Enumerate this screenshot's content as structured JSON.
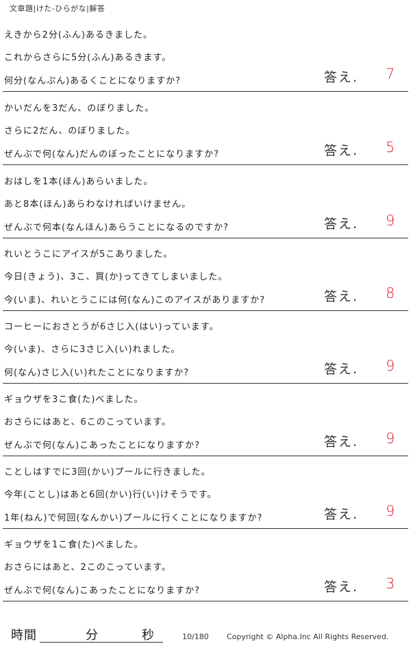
{
  "header": {
    "title": "文章題|けた-ひらがな|解答"
  },
  "answer_label": "答え.",
  "problems": [
    {
      "lines": [
        "えきから2分(ふん)あるきました。",
        "これからさらに5分(ふん)あるきます。",
        "何分(なんぷん)あるくことになりますか?"
      ],
      "answer": "7"
    },
    {
      "lines": [
        "かいだんを3だん、のぼりました。",
        "さらに2だん、のぼりました。",
        "ぜんぶで何(なん)だんのぼったことになりますか?"
      ],
      "answer": "5"
    },
    {
      "lines": [
        "おはしを1本(ほん)あらいました。",
        "あと8本(ほん)あらわなければいけません。",
        "ぜんぶで何本(なんほん)あらうことになるのですか?"
      ],
      "answer": "9"
    },
    {
      "lines": [
        "れいとうこにアイスが5こありました。",
        "今日(きょう)、3こ、買(か)ってきてしまいました。",
        "今(いま)、れいとうこには何(なん)このアイスがありますか?"
      ],
      "answer": "8"
    },
    {
      "lines": [
        "コーヒーにおさとうが6さじ入(はい)っています。",
        "今(いま)、さらに3さじ入(い)れました。",
        "何(なん)さじ入(い)れたことになりますか?"
      ],
      "answer": "9"
    },
    {
      "lines": [
        "ギョウザを3こ食(た)べました。",
        "おさらにはあと、6このこっています。",
        "ぜんぶで何(なん)こあったことになりますか?"
      ],
      "answer": "9"
    },
    {
      "lines": [
        "ことしはすでに3回(かい)プールに行きました。",
        "今年(ことし)はあと6回(かい)行(い)けそうです。",
        "1年(ねん)で何回(なんかい)プールに行くことになりますか?"
      ],
      "answer": "9"
    },
    {
      "lines": [
        "ギョウザを1こ食(た)べました。",
        "おさらにはあと、2このこっています。",
        "ぜんぶで何(なん)こあったことになりますか?"
      ],
      "answer": "3"
    }
  ],
  "footer": {
    "time_label": "時間",
    "minutes_label": "分",
    "seconds_label": "秒",
    "page_number": "10/180",
    "copyright": "Copyright © Alpha.Inc All Rights Reserved."
  }
}
